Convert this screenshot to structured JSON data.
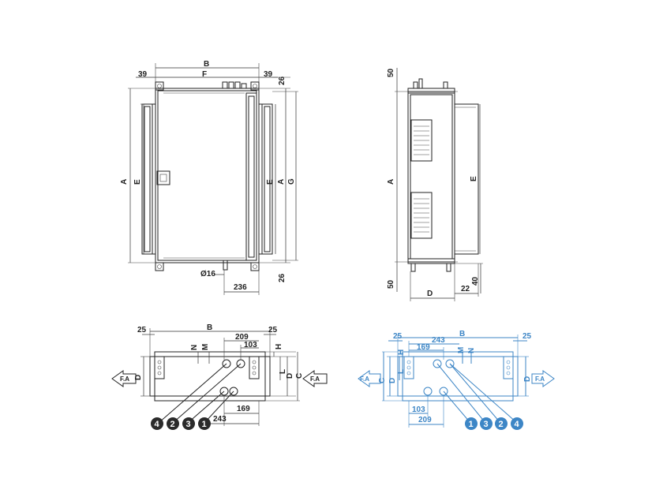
{
  "views": {
    "front": {
      "labels": {
        "top_b": "B",
        "top_f": "F",
        "left_39": "39",
        "right_39": "39",
        "right_26_top": "26",
        "a": "A",
        "e_left": "E",
        "e_right": "E",
        "a_right": "A",
        "g": "G",
        "pipe": "Ø16",
        "bottom_236": "236",
        "right_26_bot": "26"
      }
    },
    "side": {
      "labels": {
        "top_50": "50",
        "a": "A",
        "e": "E",
        "bottom_50": "50",
        "d": "D",
        "v22": "22",
        "v40": "40"
      }
    },
    "plan_left": {
      "labels": {
        "l25_left": "25",
        "b": "B",
        "l25_right": "25",
        "n": "N",
        "m": "M",
        "v209": "209",
        "v103": "103",
        "h": "H",
        "d_left": "D",
        "l": "L",
        "d_right": "D",
        "c": "C",
        "v169": "169",
        "v243": "243",
        "fa_left": "F.A",
        "fa_right": "F.A"
      },
      "circles": [
        "4",
        "2",
        "3",
        "1"
      ],
      "color": "#2b2b2b"
    },
    "plan_right": {
      "labels": {
        "l25_left": "25",
        "b": "B",
        "l25_right": "25",
        "h": "H",
        "v169": "169",
        "v243": "243",
        "m": "M",
        "n": "N",
        "c": "C",
        "d_left": "D",
        "l": "L",
        "d_right": "D",
        "v103": "103",
        "v209": "209",
        "fa_left": "F.A",
        "fa_right": "F.A"
      },
      "circles": [
        "1",
        "3",
        "2",
        "4"
      ],
      "color": "#3d86c6"
    }
  }
}
